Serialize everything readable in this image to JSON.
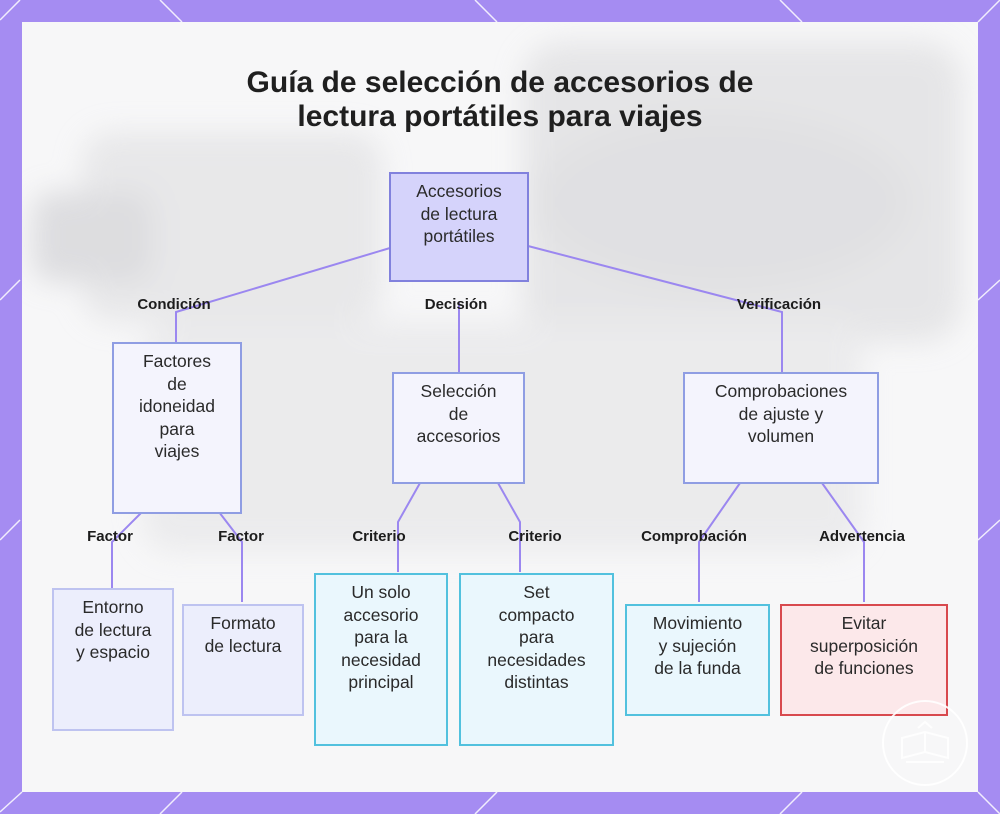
{
  "title_lines": [
    "Guía de selección de accesorios de",
    "lectura portátiles para viajes"
  ],
  "root": [
    "Accesorios",
    "de lectura",
    "portátiles"
  ],
  "edges_level1": {
    "left": "Condición",
    "center": "Decisión",
    "right": "Verificación"
  },
  "categories": {
    "left": [
      "Factores",
      "de",
      "idoneidad",
      "para",
      "viajes"
    ],
    "center": [
      "Selección",
      "de",
      "accesorios"
    ],
    "right": [
      "Comprobaciones",
      "de ajuste y",
      "volumen"
    ]
  },
  "edges_level2": [
    "Factor",
    "Factor",
    "Criterio",
    "Criterio",
    "Comprobación",
    "Advertencia"
  ],
  "leaves": [
    [
      "Entorno",
      "de lectura",
      "y espacio"
    ],
    [
      "Formato",
      "de lectura"
    ],
    [
      "Un solo",
      "accesorio",
      "para la",
      "necesidad",
      "principal"
    ],
    [
      "Set",
      "compacto",
      "para",
      "necesidades",
      "distintas"
    ],
    [
      "Movimiento",
      "y sujeción",
      "de la funda"
    ],
    [
      "Evitar",
      "superposición",
      "de funciones"
    ]
  ],
  "colors": {
    "frame": "#a58cf2",
    "edge": "#9b87f0",
    "root_fill": "#d5d3fb",
    "info_border": "#52c1de",
    "warning_border": "#d8494e"
  },
  "icons": {
    "watermark": "open-book-icon"
  }
}
